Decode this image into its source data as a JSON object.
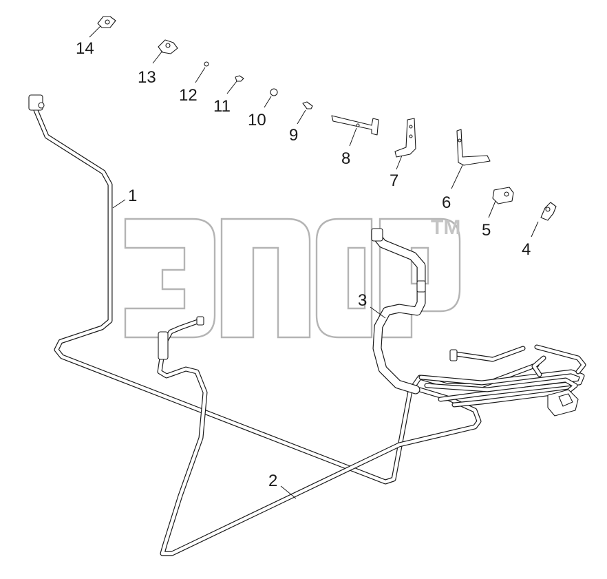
{
  "watermark": {
    "mark": "TM"
  },
  "callouts": [
    {
      "id": "label-1",
      "text": "1"
    },
    {
      "id": "label-2",
      "text": "2"
    },
    {
      "id": "label-3",
      "text": "3"
    },
    {
      "id": "label-4",
      "text": "4"
    },
    {
      "id": "label-5",
      "text": "5"
    },
    {
      "id": "label-6",
      "text": "6"
    },
    {
      "id": "label-7",
      "text": "7"
    },
    {
      "id": "label-8",
      "text": "8"
    },
    {
      "id": "label-9",
      "text": "9"
    },
    {
      "id": "label-10",
      "text": "10"
    },
    {
      "id": "label-11",
      "text": "11"
    },
    {
      "id": "label-12",
      "text": "12"
    },
    {
      "id": "label-13",
      "text": "13"
    },
    {
      "id": "label-14",
      "text": "14"
    }
  ]
}
